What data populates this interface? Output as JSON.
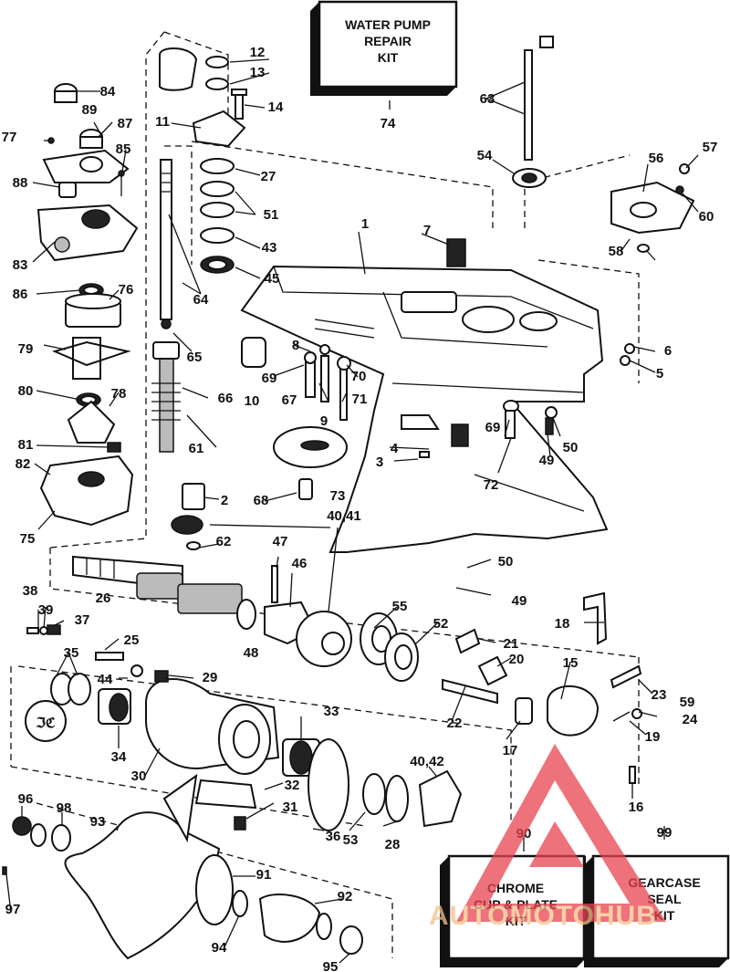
{
  "diagram": {
    "kits": [
      {
        "id": "kit-74",
        "lines": [
          "WATER PUMP",
          "REPAIR",
          "KIT"
        ],
        "number": "74"
      },
      {
        "id": "kit-90",
        "lines": [
          "CHROME",
          "CUP & PLATE",
          "KIT"
        ],
        "number": "90"
      },
      {
        "id": "kit-99",
        "lines": [
          "GEARCASE",
          "SEAL",
          "KIT"
        ],
        "number": "99"
      }
    ],
    "part_labels": [
      "1",
      "2",
      "3",
      "4",
      "5",
      "6",
      "7",
      "8",
      "9",
      "10",
      "11",
      "12",
      "13",
      "14",
      "15",
      "16",
      "17",
      "18",
      "19",
      "20",
      "21",
      "22",
      "23",
      "24",
      "25",
      "26",
      "27",
      "28",
      "29",
      "30",
      "31",
      "32",
      "33",
      "34",
      "35",
      "36",
      "37",
      "38",
      "39",
      "40,41",
      "40,42",
      "43",
      "44",
      "45",
      "46",
      "47",
      "48",
      "49",
      "49",
      "50",
      "50",
      "51",
      "52",
      "53",
      "54",
      "55",
      "56",
      "57",
      "58",
      "59",
      "60",
      "61",
      "62",
      "63",
      "64",
      "65",
      "66",
      "67",
      "68",
      "69",
      "69",
      "70",
      "71",
      "72",
      "73",
      "75",
      "76",
      "77",
      "78",
      "79",
      "80",
      "81",
      "82",
      "83",
      "84",
      "85",
      "86",
      "87",
      "88",
      "89",
      "91",
      "92",
      "93",
      "94",
      "95",
      "96",
      "97",
      "98"
    ],
    "logo_glyph": "ℑℭ",
    "watermark": {
      "text": "AUTOMOTOHUB",
      "color": "#f08a1c"
    }
  }
}
